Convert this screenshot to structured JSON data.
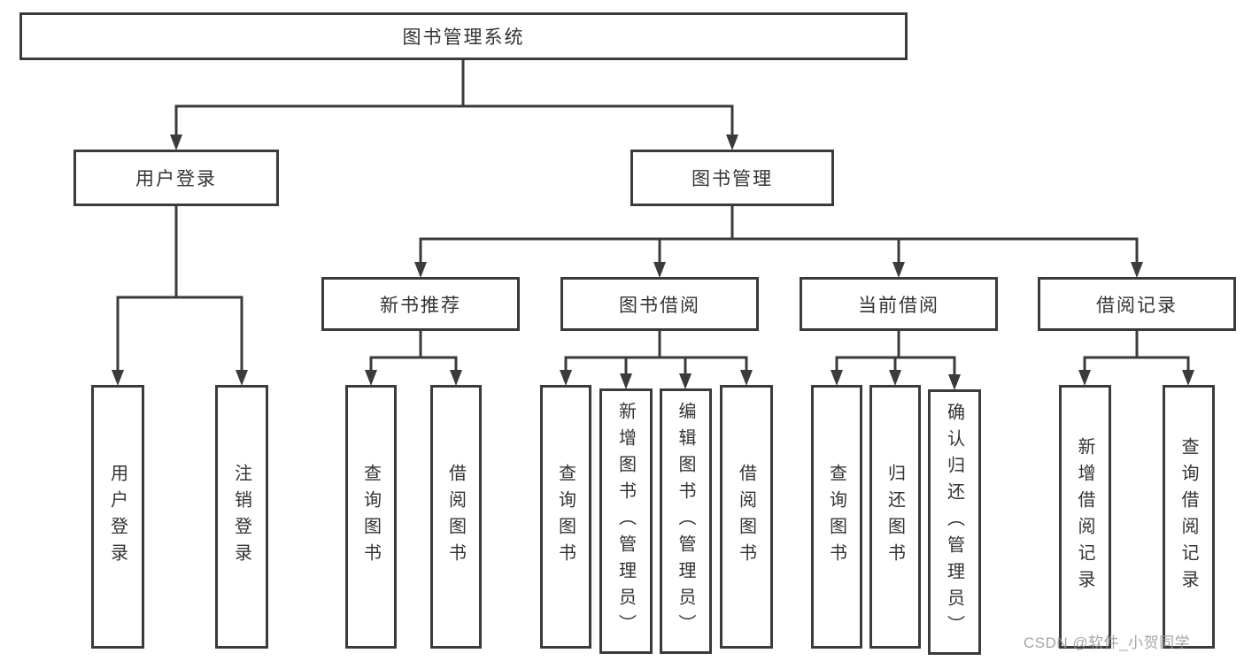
{
  "diagram_title": "图书管理系统",
  "colors": {
    "line": "#3b3b3b",
    "text": "#333333",
    "background": "#ffffff"
  },
  "tree": {
    "label": "图书管理系统",
    "children": [
      {
        "label": "用户登录",
        "children": [
          {
            "label": "用户登录"
          },
          {
            "label": "注销登录"
          }
        ]
      },
      {
        "label": "图书管理",
        "children": [
          {
            "label": "新书推荐",
            "children": [
              {
                "label": "查询图书"
              },
              {
                "label": "借阅图书"
              }
            ]
          },
          {
            "label": "图书借阅",
            "children": [
              {
                "label": "查询图书"
              },
              {
                "label": "新增图书（管理员）"
              },
              {
                "label": "编辑图书（管理员）"
              },
              {
                "label": "借阅图书"
              }
            ]
          },
          {
            "label": "当前借阅",
            "children": [
              {
                "label": "查询图书"
              },
              {
                "label": "归还图书"
              },
              {
                "label": "确认归还（管理员）"
              }
            ]
          },
          {
            "label": "借阅记录",
            "children": [
              {
                "label": "新增借阅记录"
              },
              {
                "label": "查询借阅记录"
              }
            ]
          }
        ]
      }
    ]
  },
  "watermark": {
    "text": "CSDN @软件_小贺同学"
  }
}
